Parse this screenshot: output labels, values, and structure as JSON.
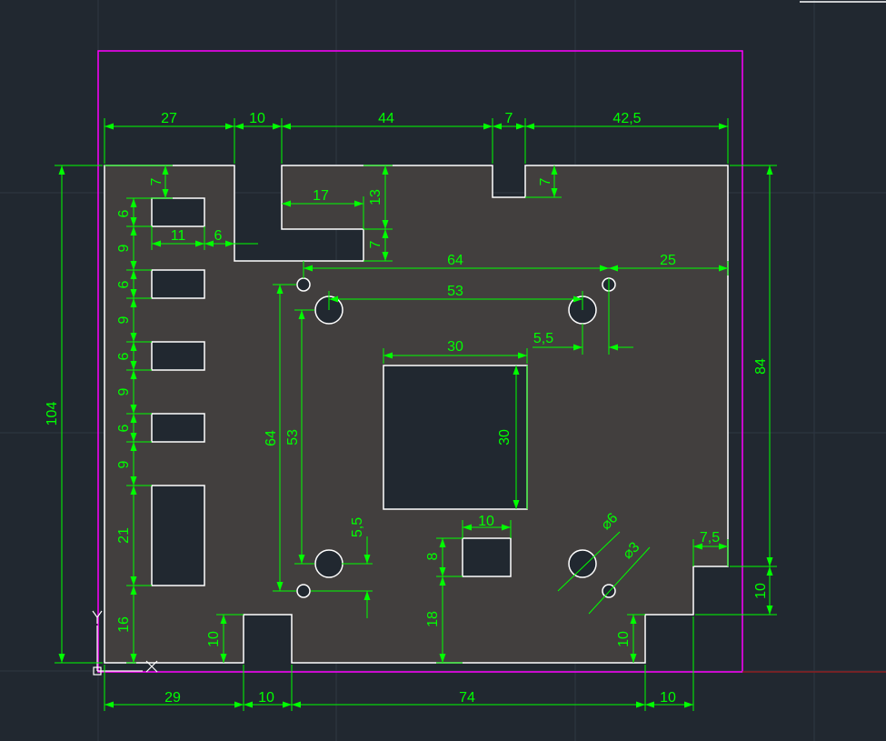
{
  "colors": {
    "background": "#212830",
    "grid": "#2e3742",
    "plate_fill": "#423f3e",
    "outline": "#ffffff",
    "dimension": "#00ff00",
    "frame": "#ff00ff",
    "axis_x": "#8b1f1f"
  },
  "dims": {
    "top_27": "27",
    "top_10": "10",
    "top_44": "44",
    "top_7": "7",
    "top_42_5": "42,5",
    "left_7": "7",
    "slot_13": "13",
    "slot_17": "17",
    "slot_7": "7",
    "notch_7": "7",
    "d64_h": "64",
    "d25": "25",
    "d53_h": "53",
    "d5_5_top": "5,5",
    "d30_h": "30",
    "d30_v": "30",
    "d84": "84",
    "d104": "104",
    "d64_v": "64",
    "d53_v": "53",
    "d5_5_bottom": "5,5",
    "win_6a": "6",
    "win_9a": "9",
    "win_6b": "6",
    "win_9b": "9",
    "win_6c": "6",
    "win_9c": "9",
    "win_6d": "6",
    "win_9d": "9",
    "win_21": "21",
    "win_16": "16",
    "win_11": "11",
    "win_6w": "6",
    "rect_10": "10",
    "rect_8": "8",
    "rect_18": "18",
    "dia_6": "⌀6",
    "dia_3": "⌀3",
    "r_7_5": "7,5",
    "r_10": "10",
    "tab_left_10": "10",
    "tab_right_10": "10",
    "bot_29": "29",
    "bot_10a": "10",
    "bot_74": "74",
    "bot_10b": "10"
  },
  "ucs": {
    "x_label": "X",
    "y_label": "Y"
  }
}
